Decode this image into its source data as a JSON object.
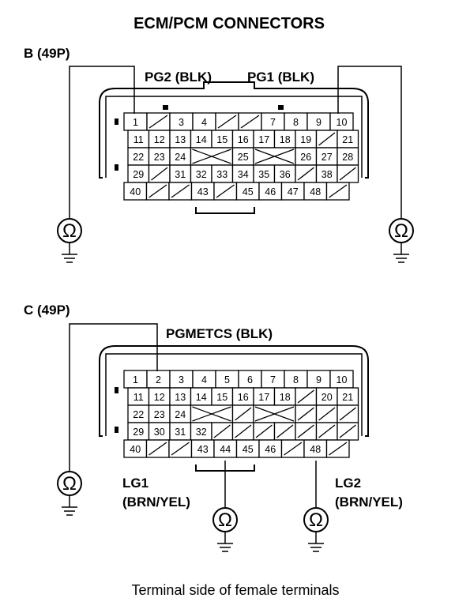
{
  "title": "ECM/PCM CONNECTORS",
  "caption": "Terminal side of female terminals",
  "meter_symbol": "Ω",
  "connectors": [
    {
      "id": "b",
      "label": "B (49P)",
      "signals": [
        {
          "text": "PG2 (BLK)"
        },
        {
          "text": "PG1 (BLK)"
        }
      ],
      "rows": [
        [
          "1",
          "/",
          "3",
          "4",
          "/",
          "/",
          "7",
          "8",
          "9",
          "10"
        ],
        [
          "11",
          "12",
          "13",
          "14",
          "15",
          "16",
          "17",
          "18",
          "19",
          "/",
          "21"
        ],
        [
          "22",
          "23",
          "24",
          "X",
          "",
          "25",
          "X",
          "",
          "26",
          "27",
          "28"
        ],
        [
          "29",
          "/",
          "31",
          "32",
          "33",
          "34",
          "35",
          "36",
          "/",
          "38",
          "/"
        ],
        [
          "40",
          "/",
          "/",
          "43",
          "/",
          "45",
          "46",
          "47",
          "48",
          "/"
        ]
      ]
    },
    {
      "id": "c",
      "label": "C (49P)",
      "signals": [
        {
          "text": "PGMETCS (BLK)"
        },
        {
          "text": "LG1"
        },
        {
          "text": "(BRN/YEL)"
        },
        {
          "text": "LG2"
        },
        {
          "text": "(BRN/YEL)"
        }
      ],
      "rows": [
        [
          "1",
          "2",
          "3",
          "4",
          "5",
          "6",
          "7",
          "8",
          "9",
          "10"
        ],
        [
          "11",
          "12",
          "13",
          "14",
          "15",
          "16",
          "17",
          "18",
          "/",
          "20",
          "21"
        ],
        [
          "22",
          "23",
          "24",
          "X",
          "",
          "/",
          "X",
          "",
          "/",
          "/",
          "/"
        ],
        [
          "29",
          "30",
          "31",
          "32",
          "/",
          "/",
          "/",
          "/",
          "/",
          "/",
          "/"
        ],
        [
          "40",
          "/",
          "/",
          "43",
          "44",
          "45",
          "46",
          "/",
          "48",
          "/"
        ]
      ]
    }
  ]
}
